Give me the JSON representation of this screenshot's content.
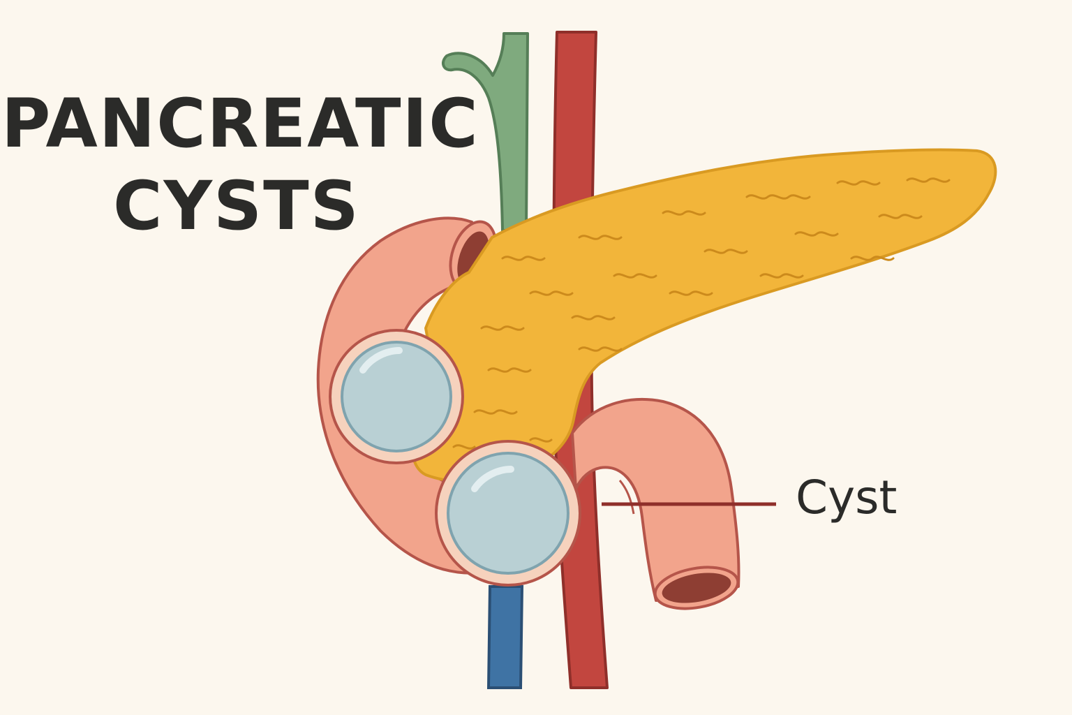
{
  "title": {
    "line1": "PANCREATIC",
    "line2": "CYSTS"
  },
  "labels": {
    "cyst": "Cyst"
  },
  "colors": {
    "background": "#fcf7ee",
    "pancreas": "#f2b53a",
    "pancreas_outline": "#d99a22",
    "duodenum": "#f2a48c",
    "duodenum_outline": "#b5554a",
    "cyst_fill": "#b9d0d4",
    "cyst_ring": "#f6d2bd",
    "artery": "#c2463f",
    "vein": "#3f73a4",
    "bile_duct": "#7faa7e",
    "text": "#2b2b29"
  }
}
